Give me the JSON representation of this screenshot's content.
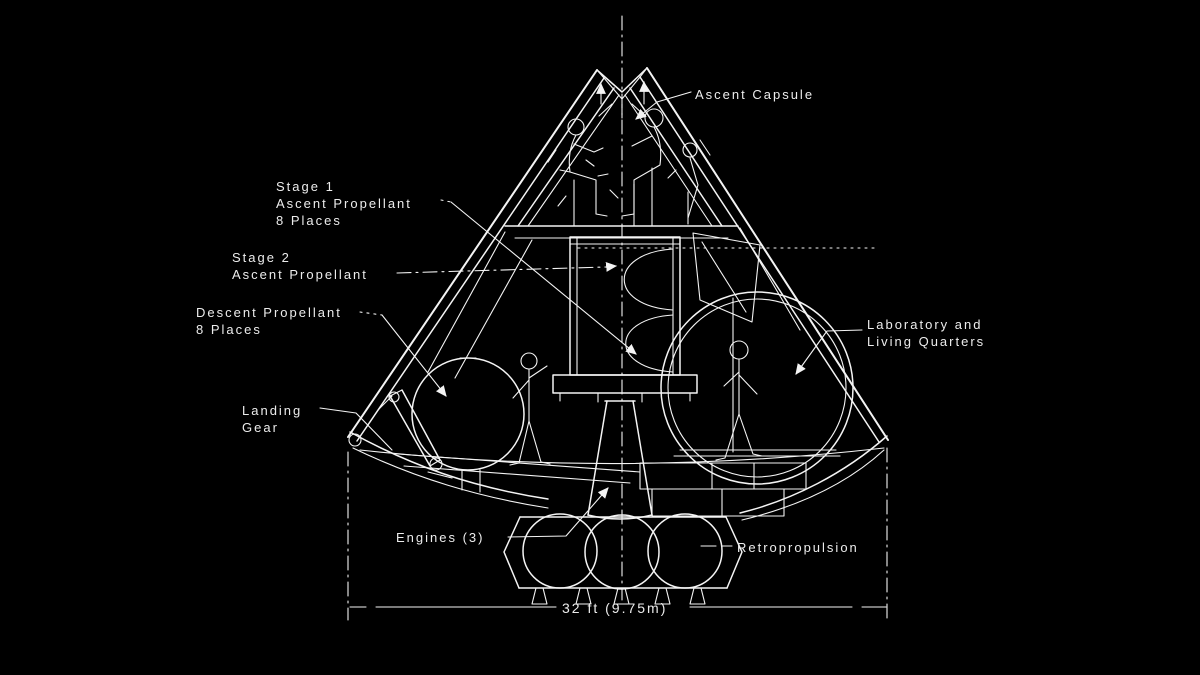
{
  "figure": {
    "description": "Cutaway cross-section drawing of a conical lunar lander spacecraft with crew figures, white line art on black background",
    "type": "engineering cutaway diagram"
  },
  "palette": {
    "background": "#000000",
    "line": "#f4f4f4",
    "text": "#ececec"
  },
  "labels": {
    "ascent_capsule": {
      "text": "Ascent Capsule"
    },
    "stage1": {
      "lines": [
        "Stage 1",
        "Ascent Propellant",
        "8 Places"
      ]
    },
    "stage2": {
      "lines": [
        "Stage 2",
        "Ascent Propellant"
      ]
    },
    "descent_propellant": {
      "lines": [
        "Descent Propellant",
        "8 Places"
      ]
    },
    "landing_gear": {
      "lines": [
        "Landing",
        "Gear"
      ]
    },
    "laboratory": {
      "lines": [
        "Laboratory and",
        "Living Quarters"
      ]
    },
    "engines": {
      "text": "Engines (3)"
    },
    "retropropulsion": {
      "text": "Retropropulsion"
    },
    "dimension": {
      "text": "32 ft (9.75m)"
    }
  }
}
